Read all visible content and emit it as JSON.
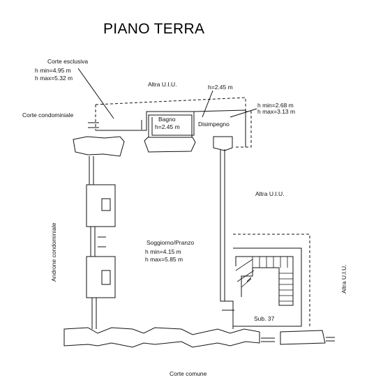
{
  "title": "PIANO TERRA",
  "labels": {
    "corte_esclusiva": "Corte esclusiva",
    "corte_esclusiva_hmin": "h min=4.95 m",
    "corte_esclusiva_hmax": "h max=5.32 m",
    "altra_uiu_top": "Altra U.I.U.",
    "h_disimpegno": "h=2.45 m",
    "disimpegno_hmin": "h min=2.68 m",
    "disimpegno_hmax": "h max=3.13 m",
    "corte_condominiale": "Corte condominiale",
    "bagno": "Bagno",
    "bagno_h": "h=2.45 m",
    "disimpegno": "Disimpegno",
    "altra_uiu_mid": "Altra U.I.U.",
    "androne_condominiale": "Androne condominiale",
    "soggiorno": "Soggiorno/Pranzo",
    "soggiorno_hmin": "h min=4.15 m",
    "soggiorno_hmax": "h max=5.85 m",
    "altra_uiu_right": "Altra U.I.U.",
    "sub": "Sub. 37",
    "corte_comune": "Corte comune"
  }
}
